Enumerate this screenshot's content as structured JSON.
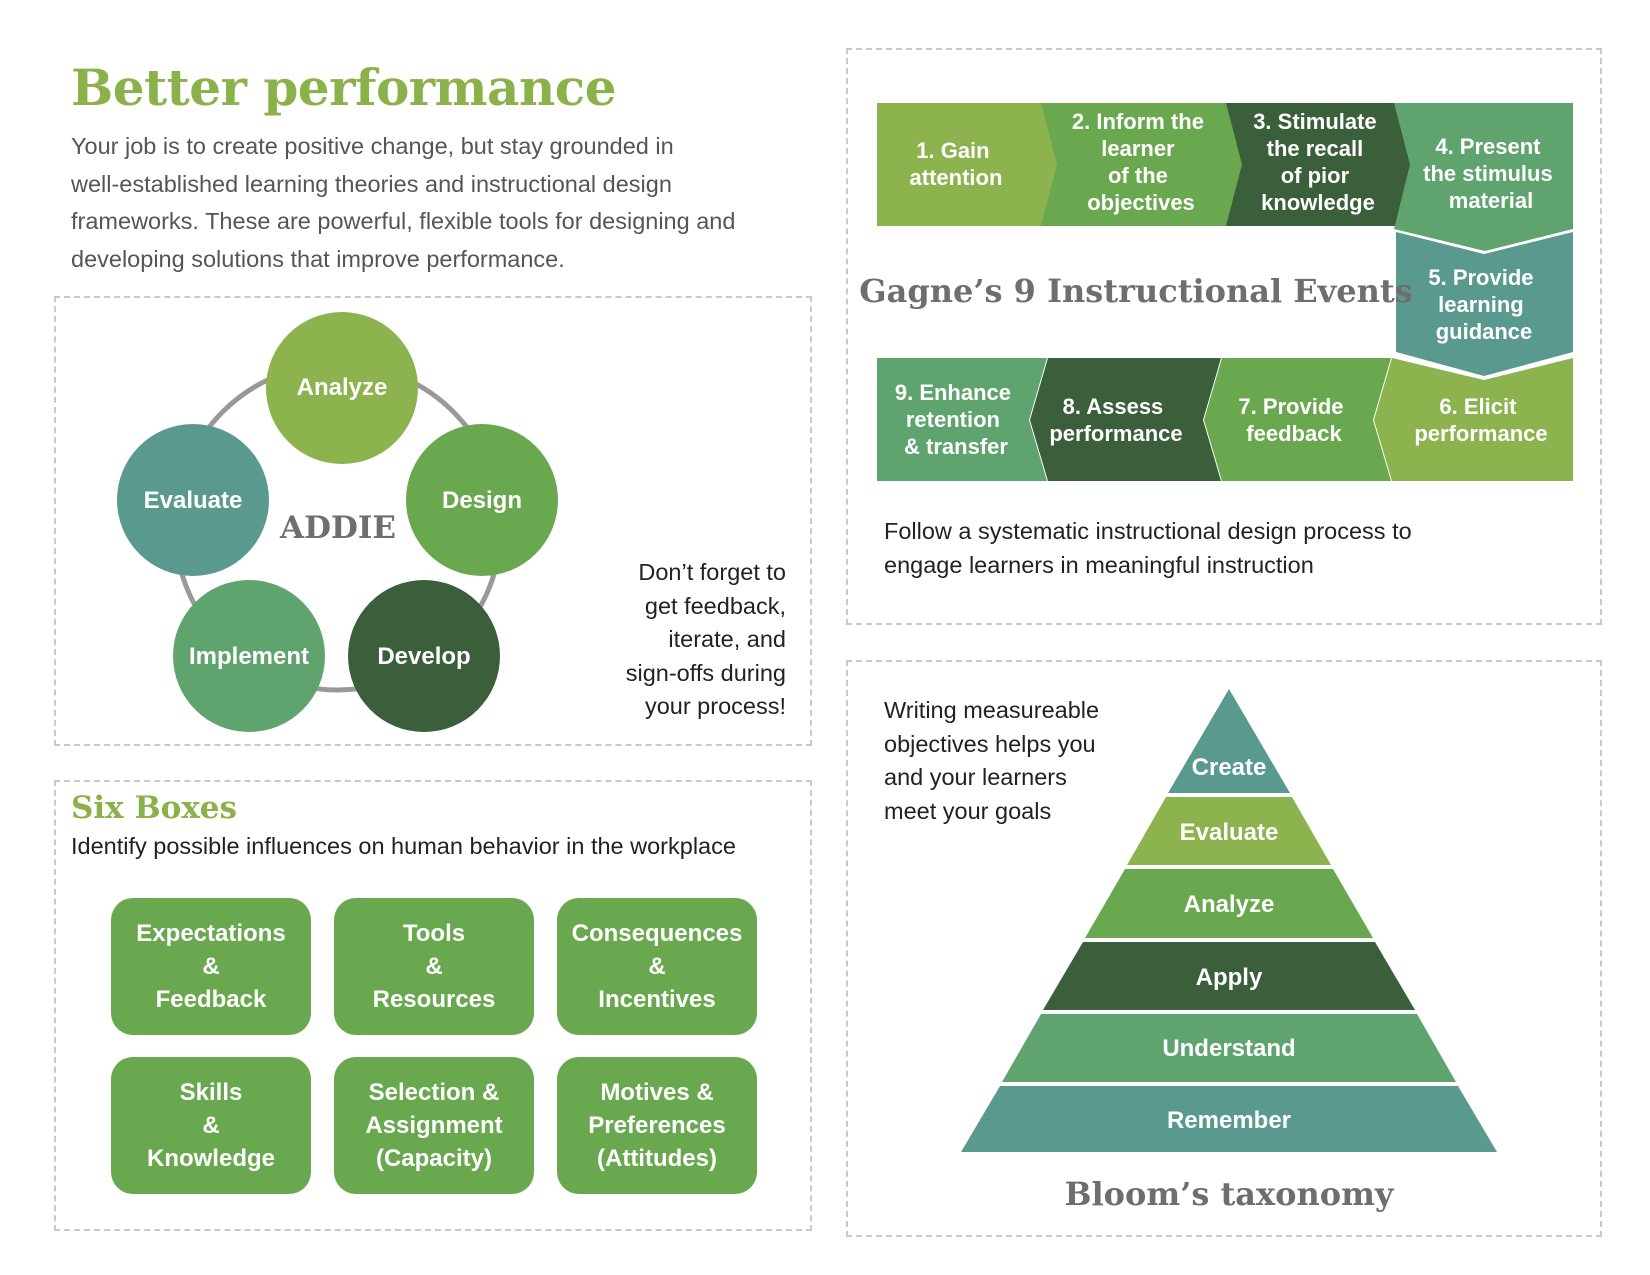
{
  "header": {
    "title": "Better performance",
    "intro_lines": [
      "Your job is to create positive change, but stay grounded in",
      "well-established learning theories and instructional design",
      "frameworks. These are powerful, flexible tools for designing and",
      "developing solutions that improve performance."
    ]
  },
  "addie": {
    "center_label": "ADDIE",
    "phases": [
      "Analyze",
      "Design",
      "Develop",
      "Implement",
      "Evaluate"
    ],
    "note_lines": [
      "Don’t forget to",
      "get feedback,",
      "iterate, and",
      "sign-offs during",
      "your process!"
    ]
  },
  "six_boxes": {
    "title": "Six Boxes",
    "subtitle": "Identify possible influences on human behavior in the workplace",
    "boxes": [
      {
        "lines": [
          "Expectations",
          "&",
          "Feedback"
        ]
      },
      {
        "lines": [
          "Tools",
          "&",
          "Resources"
        ]
      },
      {
        "lines": [
          "Consequences",
          "&",
          "Incentives"
        ]
      },
      {
        "lines": [
          "Skills",
          "&",
          "Knowledge"
        ]
      },
      {
        "lines": [
          "Selection &",
          "Assignment",
          "(Capacity)"
        ]
      },
      {
        "lines": [
          "Motives &",
          "Preferences",
          "(Attitudes)"
        ]
      }
    ]
  },
  "gagne": {
    "title": "Gagne’s 9 Instructional Events",
    "events": [
      {
        "lines": [
          "1. Gain",
          "attention"
        ]
      },
      {
        "lines": [
          "2. Inform the",
          "learner",
          "of the",
          "objectives"
        ]
      },
      {
        "lines": [
          "3. Stimulate",
          "the recall",
          "of pior",
          "knowledge"
        ]
      },
      {
        "lines": [
          "4. Present",
          "the stimulus",
          "material"
        ]
      },
      {
        "lines": [
          "5. Provide",
          "learning",
          "guidance"
        ]
      },
      {
        "lines": [
          "6. Elicit",
          "performance"
        ]
      },
      {
        "lines": [
          "7. Provide",
          "feedback"
        ]
      },
      {
        "lines": [
          "8. Assess",
          "performance"
        ]
      },
      {
        "lines": [
          "9. Enhance",
          "retention",
          "& transfer"
        ]
      }
    ],
    "caption_lines": [
      "Follow a systematic instructional design process to",
      "engage learners in meaningful instruction"
    ]
  },
  "bloom": {
    "title": "Bloom’s taxonomy",
    "note_lines": [
      "Writing measureable",
      "objectives helps you",
      "and your learners",
      "meet your goals"
    ],
    "levels": [
      "Create",
      "Evaluate",
      "Analyze",
      "Apply",
      "Understand",
      "Remember"
    ]
  },
  "colors": {
    "lime": "#8db34e",
    "green": "#6aa84f",
    "mid_green": "#5fa46f",
    "teal": "#5a9a8e",
    "dark_green": "#3b5e3b",
    "title_green": "#8bb24a",
    "gray_text": "#6e6e6e"
  }
}
